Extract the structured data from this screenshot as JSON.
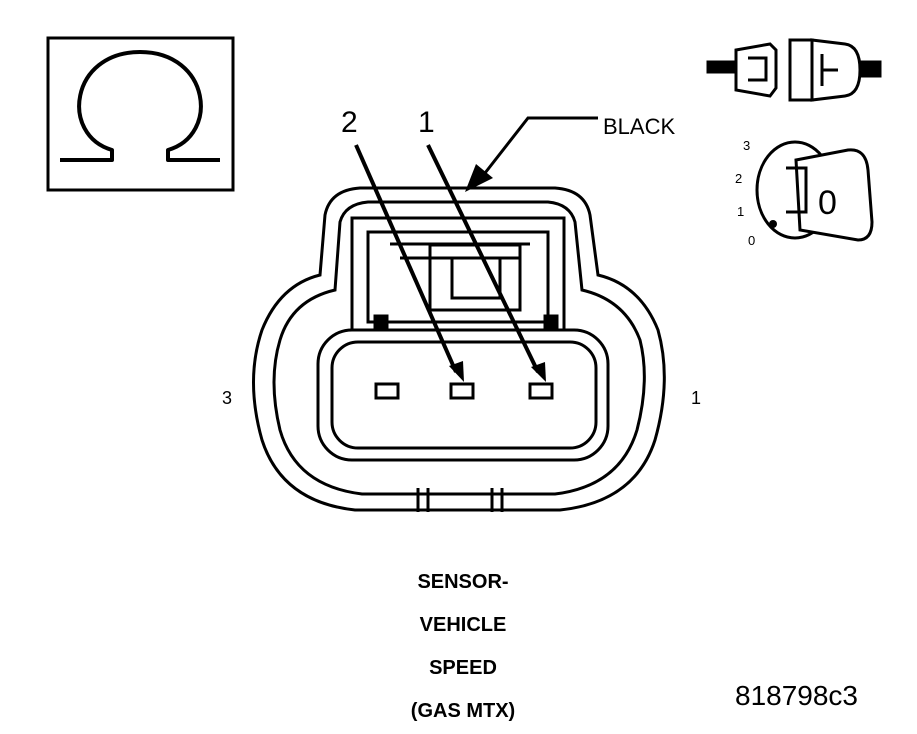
{
  "ohm_symbol": {
    "glyph": "Ω"
  },
  "connector": {
    "color_label": "BLACK",
    "pin_callouts": [
      "2",
      "1"
    ],
    "side_labels": {
      "left": "3",
      "right": "1"
    }
  },
  "ignition_switch": {
    "positions": [
      "3",
      "2",
      "1",
      "0"
    ],
    "key_position": "0"
  },
  "caption": {
    "lines": [
      "SENSOR-",
      "VEHICLE",
      "SPEED",
      "(GAS MTX)"
    ]
  },
  "figure_id": "818798c3",
  "colors": {
    "ink": "#000000",
    "paper": "#ffffff"
  }
}
